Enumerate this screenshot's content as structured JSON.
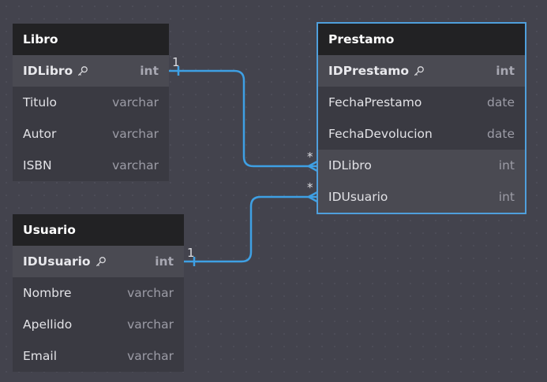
{
  "tables": {
    "libro": {
      "name": "Libro",
      "columns": [
        {
          "name": "IDLibro",
          "type": "int",
          "pk": true
        },
        {
          "name": "Titulo",
          "type": "varchar"
        },
        {
          "name": "Autor",
          "type": "varchar"
        },
        {
          "name": "ISBN",
          "type": "varchar"
        }
      ]
    },
    "usuario": {
      "name": "Usuario",
      "columns": [
        {
          "name": "IDUsuario",
          "type": "int",
          "pk": true
        },
        {
          "name": "Nombre",
          "type": "varchar"
        },
        {
          "name": "Apellido",
          "type": "varchar"
        },
        {
          "name": "Email",
          "type": "varchar"
        }
      ]
    },
    "prestamo": {
      "name": "Prestamo",
      "columns": [
        {
          "name": "IDPrestamo",
          "type": "int",
          "pk": true
        },
        {
          "name": "FechaPrestamo",
          "type": "date"
        },
        {
          "name": "FechaDevolucion",
          "type": "date"
        },
        {
          "name": "IDLibro",
          "type": "int"
        },
        {
          "name": "IDUsuario",
          "type": "int"
        }
      ]
    }
  },
  "relationships": [
    {
      "from": "Libro.IDLibro",
      "to": "Prestamo.IDLibro",
      "from_card": "1",
      "to_card": "*"
    },
    {
      "from": "Usuario.IDUsuario",
      "to": "Prestamo.IDUsuario",
      "from_card": "1",
      "to_card": "*"
    }
  ],
  "colors": {
    "link": "#3ea0e4",
    "selected_outline": "#4f9fdc",
    "header": "#222224"
  }
}
